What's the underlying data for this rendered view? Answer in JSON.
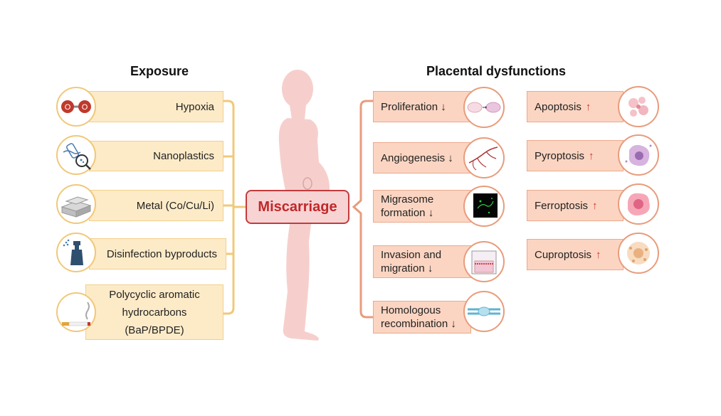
{
  "headings": {
    "exposure": "Exposure",
    "placental": "Placental dysfunctions"
  },
  "center": {
    "label": "Miscarriage"
  },
  "exposures": [
    {
      "label": "Hypoxia",
      "icon": "oxygen-molecule-icon"
    },
    {
      "label": "Nanoplastics",
      "icon": "plastic-bottle-icon"
    },
    {
      "label": "Metal (Co/Cu/Li)",
      "icon": "metal-bars-icon"
    },
    {
      "label": "Disinfection byproducts",
      "icon": "spray-bottle-icon"
    },
    {
      "label_lines": [
        "Polycyclic aromatic",
        "hydrocarbons",
        "(BaP/BPDE)"
      ],
      "icon": "cigarette-icon"
    }
  ],
  "dysfunctions_left": [
    {
      "label": "Proliferation ↓",
      "icon": "cell-division-icon"
    },
    {
      "label": "Angiogenesis ↓",
      "icon": "blood-vessel-icon"
    },
    {
      "label_lines": [
        "Migrasome",
        "formation ↓"
      ],
      "icon": "migrasome-fluorescence-icon"
    },
    {
      "label_lines": [
        "Invasion and",
        "migration ↓"
      ],
      "icon": "transwell-assay-icon"
    },
    {
      "label_lines": [
        "Homologous",
        "recombination ↓"
      ],
      "icon": "dna-strand-icon"
    }
  ],
  "dysfunctions_right": [
    {
      "label": "Apoptosis",
      "arrow": "↑",
      "icon": "apoptotic-cell-icon"
    },
    {
      "label": "Pyroptosis",
      "arrow": "↑",
      "icon": "pyroptotic-cell-icon"
    },
    {
      "label": "Ferroptosis",
      "arrow": "↑",
      "icon": "ferroptotic-cell-icon"
    },
    {
      "label": "Cuproptosis",
      "arrow": "↑",
      "icon": "cuproptotic-cell-icon"
    }
  ],
  "colors": {
    "exposure_fill": "#fdebc8",
    "exposure_line": "#f1c87a",
    "dysfunction_fill": "#fbd5c2",
    "dysfunction_line": "#e89c7c",
    "center_border": "#c43b3b",
    "center_text": "#c0282a",
    "body": "#f6cfcd",
    "up_arrow": "#d0362a"
  }
}
